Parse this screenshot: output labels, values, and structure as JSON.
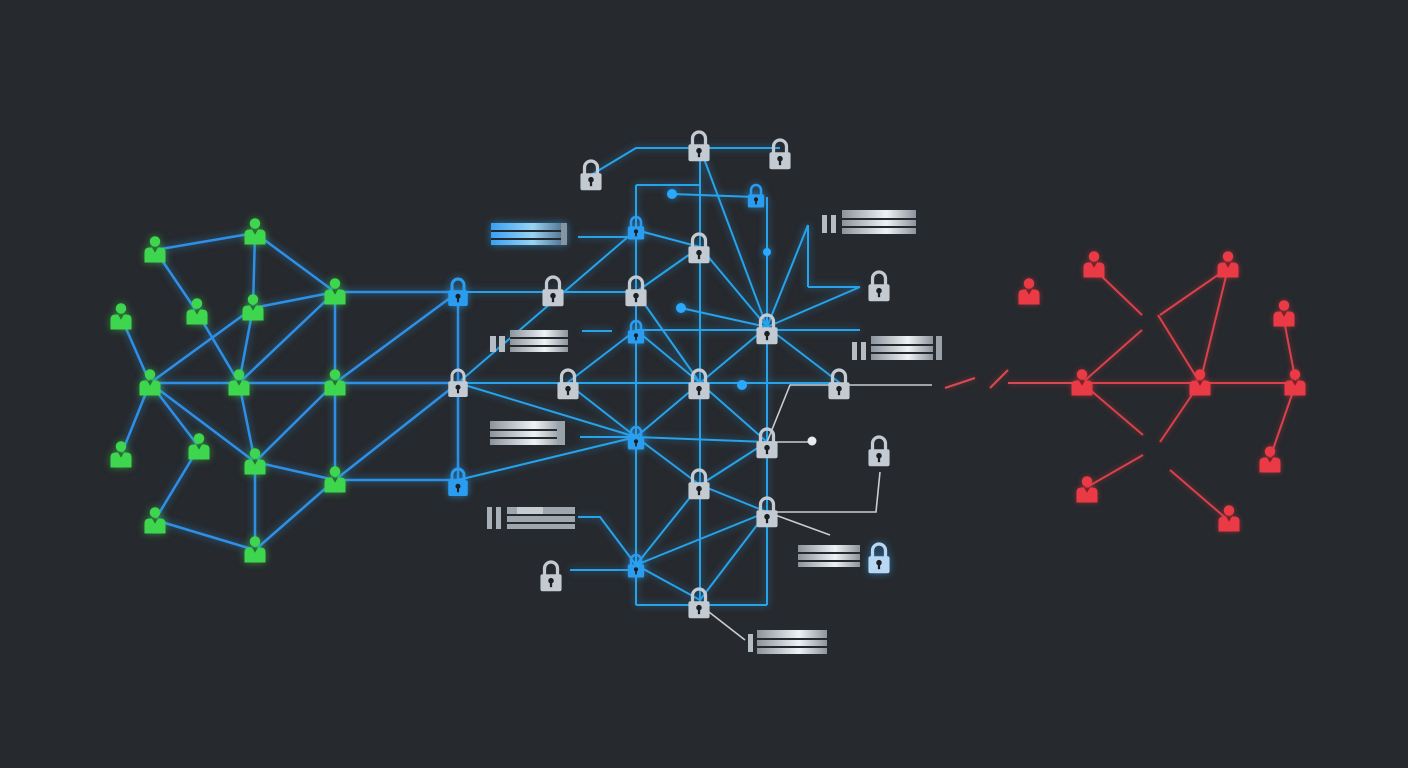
{
  "diagram": {
    "colors": {
      "background": "#26292d",
      "trusted_network": "#3fd64f",
      "secure_layer": "#2ba8ff",
      "lock_silver": "#c4cad1",
      "untrusted_network": "#e93a45"
    },
    "groups": [
      {
        "id": "trusted-users",
        "icon": "user-icon",
        "color": "green"
      },
      {
        "id": "encryption-layer",
        "icon": "padlock-icon",
        "color": "blue"
      },
      {
        "id": "threat-actors",
        "icon": "user-icon",
        "color": "red"
      }
    ],
    "label_text": "none visible"
  }
}
